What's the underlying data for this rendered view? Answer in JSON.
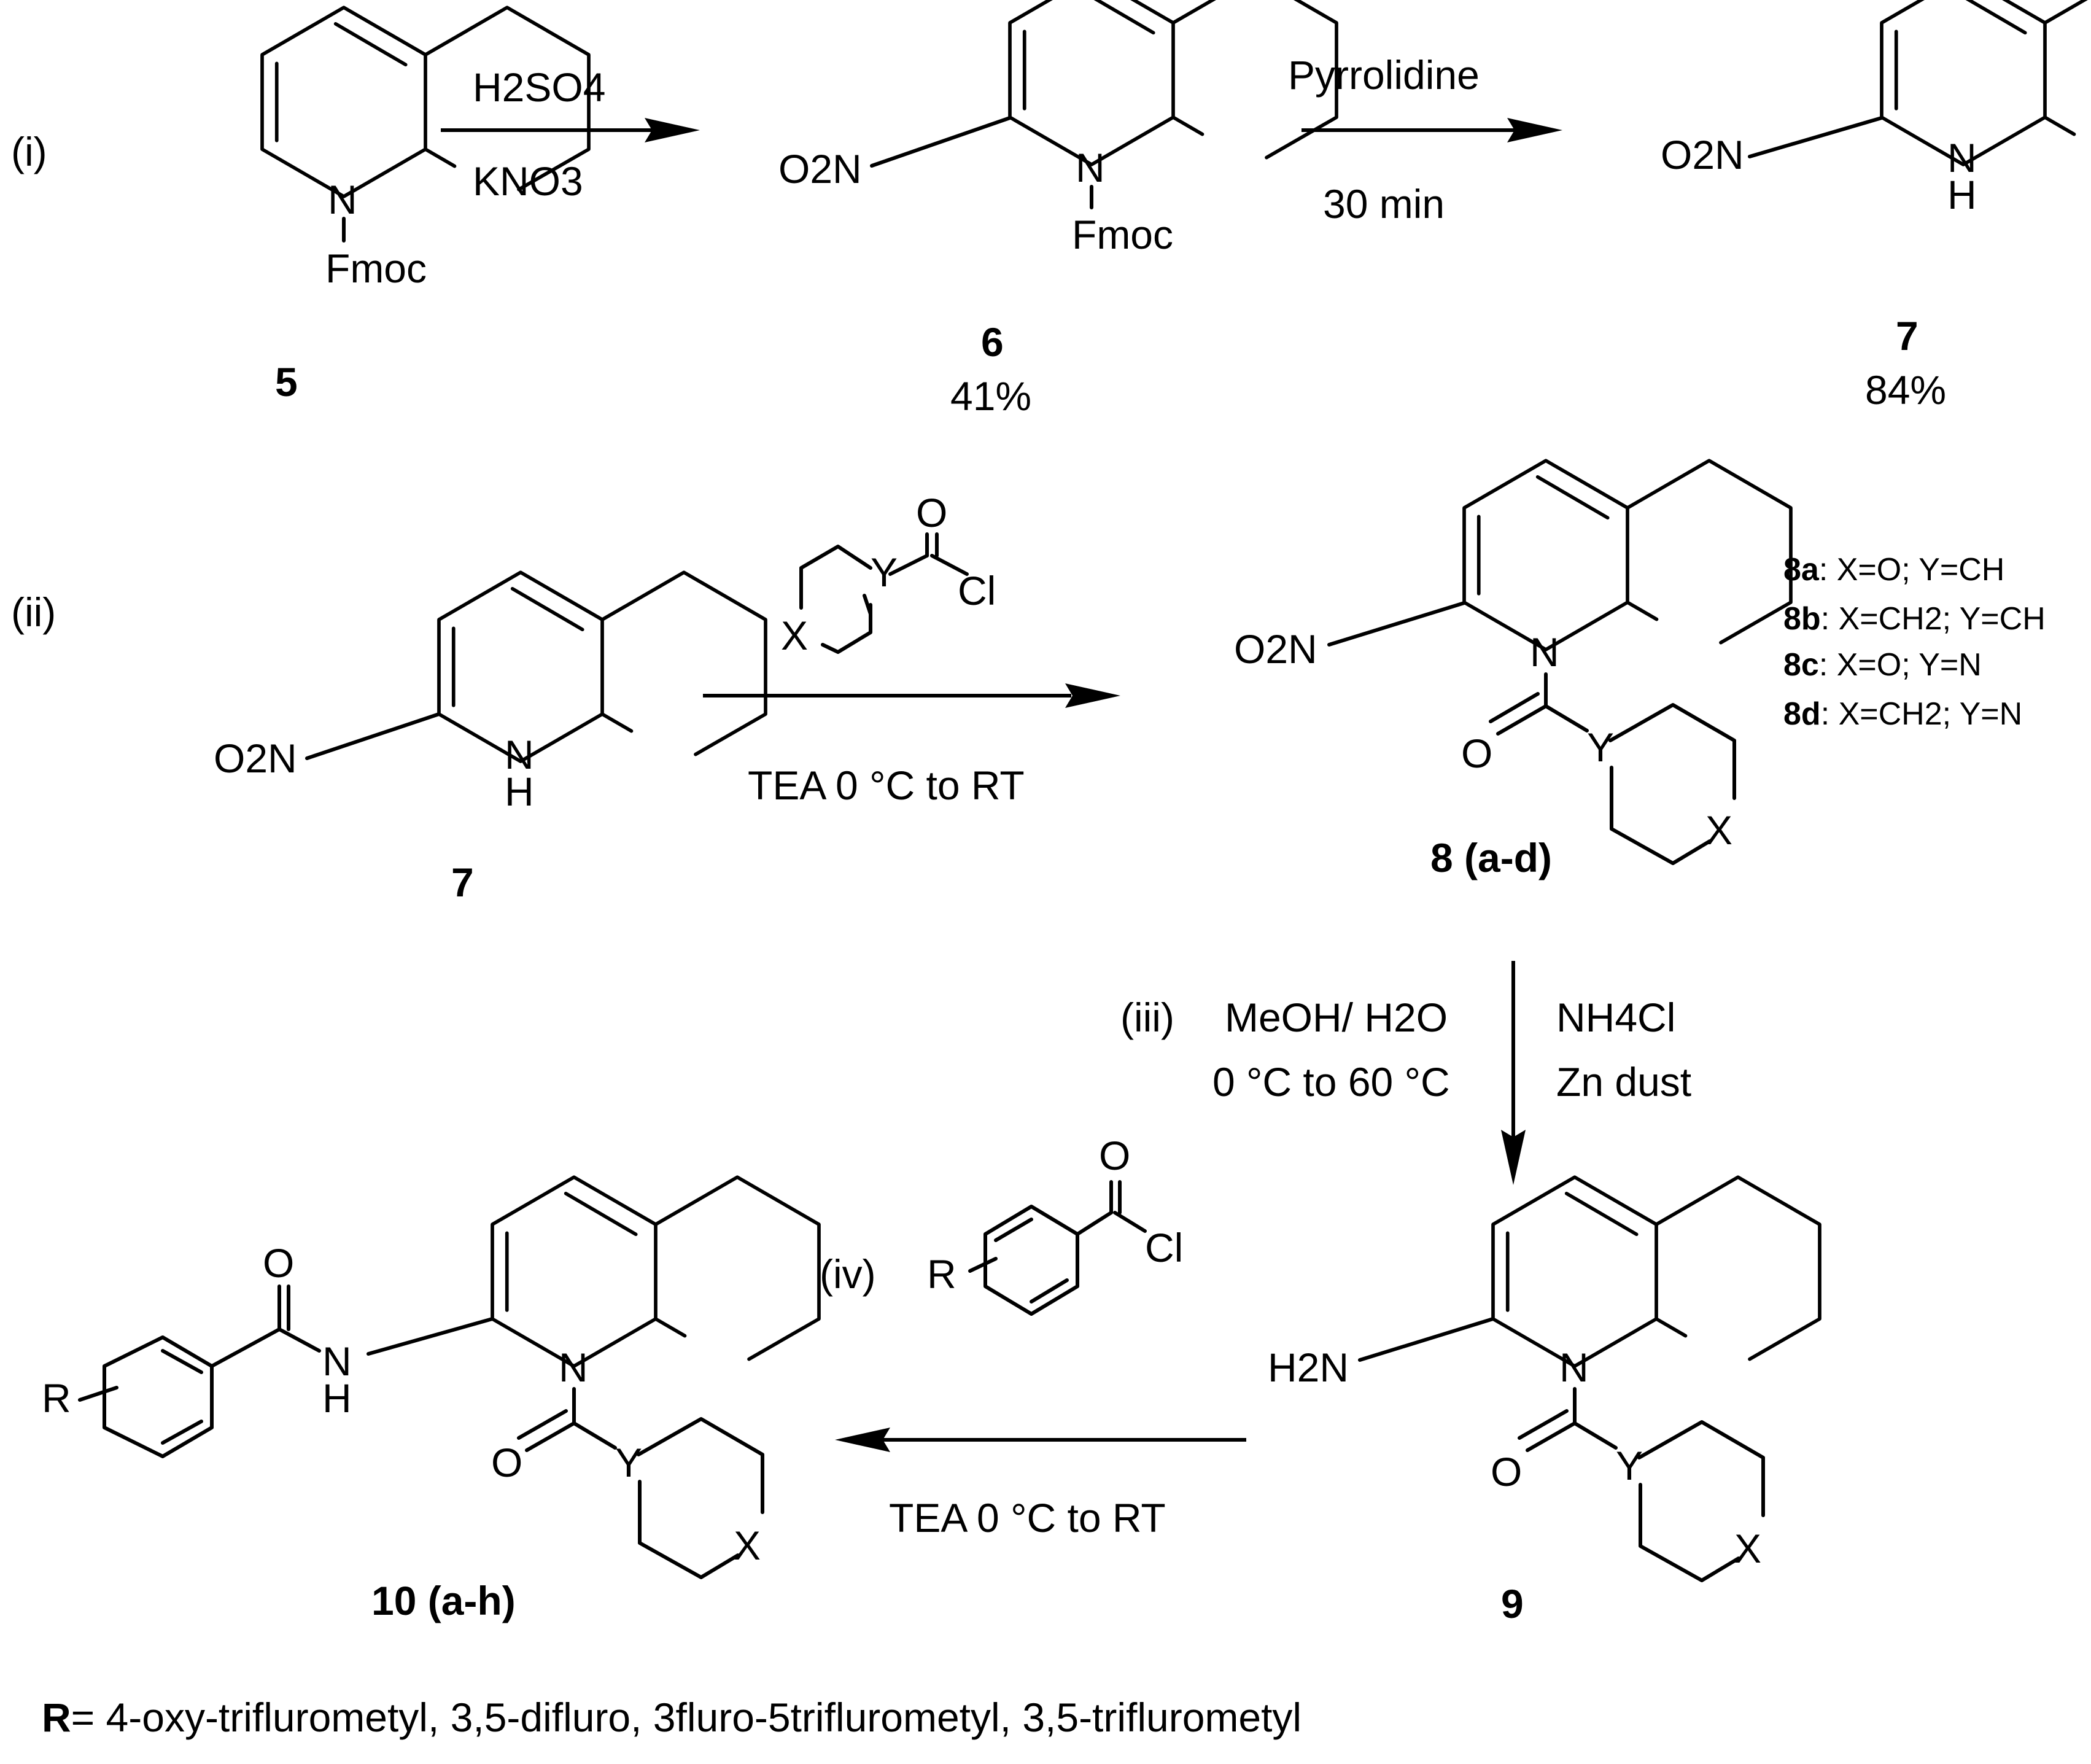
{
  "steps": {
    "i": "(i)",
    "ii": "(ii)",
    "iii": "(iii)",
    "iv": "(iv)"
  },
  "step_i": {
    "reagent1_top": "H2SO4",
    "reagent1_bottom": "KNO3",
    "reagent2_top": "Pyrrolidine",
    "reagent2_bottom": "30 min"
  },
  "step_ii": {
    "conditions": "TEA 0 °C to RT"
  },
  "step_iii": {
    "left1": "MeOH/ H2O",
    "left2": "0 °C to 60 °C",
    "right1": "NH4Cl",
    "right2": "Zn dust"
  },
  "step_iv": {
    "conditions": "TEA 0 °C to RT"
  },
  "compounds": {
    "c5": {
      "id": "5"
    },
    "c6": {
      "id": "6",
      "yield": "41%"
    },
    "c7a": {
      "id": "7",
      "yield": "84%"
    },
    "c7b": {
      "id": "7"
    },
    "c8": {
      "id": "8 (a-d)"
    },
    "c9": {
      "id": "9"
    },
    "c10": {
      "id": "10 (a-h)"
    }
  },
  "atoms": {
    "N": "N",
    "H": "H",
    "NH": "N",
    "Fmoc": "Fmoc",
    "O": "O",
    "Cl": "Cl",
    "X": "X",
    "Y": "Y",
    "R": "R",
    "O2N": "O2N",
    "H2N": "H2N"
  },
  "variants": [
    {
      "id": "8a",
      "desc": ": X=O; Y=CH"
    },
    {
      "id": "8b",
      "desc": ": X=CH2; Y=CH"
    },
    {
      "id": "8c",
      "desc": ": X=O; Y=N"
    },
    {
      "id": "8d",
      "desc": ": X=CH2; Y=N"
    }
  ],
  "footer": {
    "r_label": "R",
    "r_text": "= 4-oxy-triflurometyl, 3,5-difluro, 3fluro-5triflurometyl, 3,5-triflurometyl"
  }
}
